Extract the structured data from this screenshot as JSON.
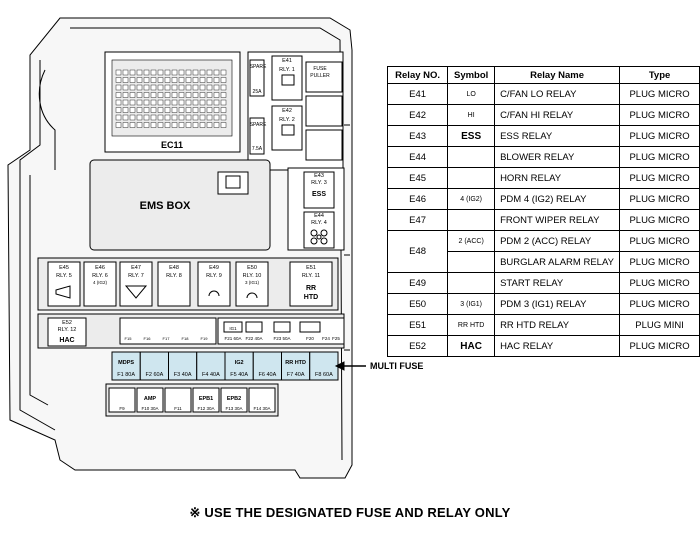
{
  "fuse_box": {
    "ec11": "EC11",
    "ems_box": "EMS BOX",
    "multi_fuse": "MULTI FUSE",
    "fuse_puller": [
      "FUSE",
      "PULLER"
    ],
    "spare1": "SPARE",
    "spare1_amp": "25A",
    "spare2": "SPARE",
    "spare2_amp": "7.5A",
    "e41": "E41",
    "e41_rly": "RLY. 1",
    "e42": "E42",
    "e42_rly": "RLY. 2",
    "e43": "E43",
    "e43_rly": "RLY. 3",
    "e43_sub": "ESS",
    "e44": "E44",
    "e44_rly": "RLY. 4",
    "e45": "E45",
    "e45_rly": "RLY. 5",
    "e46": "E46",
    "e46_rly": "RLY. 6",
    "e46_sub": "4 (IG2)",
    "e47": "E47",
    "e47_rly": "RLY. 7",
    "e48": "E48",
    "e48_rly": "RLY. 8",
    "e49": "E49",
    "e49_rly": "RLY. 9",
    "e50": "E50",
    "e50_rly": "RLY. 10",
    "e50_sub": "3 (IG1)",
    "e51": "E51",
    "e51_rly": "RLY. 11",
    "e51_sub": [
      "RR",
      "HTD"
    ],
    "e52": "E52",
    "e52_rly": "RLY. 12",
    "e52_sub": "HAC",
    "mid_labels": [
      "IG1",
      "F21 60A",
      "F22 40A",
      "F23 50A",
      "F20",
      "F24",
      "F25"
    ],
    "mid_small": [
      "F15",
      "F16",
      "F17",
      "F18",
      "F19"
    ],
    "multi_top": [
      "MDPS",
      "",
      "",
      "",
      "IG2",
      "",
      "RR HTD",
      ""
    ],
    "multi_bot": [
      "F1 80A",
      "F2 60A",
      "F3 40A",
      "F4 40A",
      "F5 40A",
      "F6 40A",
      "F7 40A",
      "F8 60A"
    ],
    "bottom_top": [
      "",
      "AMP",
      "",
      "EPB1",
      "EPB2",
      ""
    ],
    "bottom_bot": [
      "F9",
      "F10 30A",
      "F11",
      "F12 30A",
      "F13 30A",
      "F14 30A"
    ]
  },
  "table": {
    "headers": [
      "Relay NO.",
      "Symbol",
      "Relay Name",
      "Type"
    ],
    "rows": [
      {
        "no": "E41",
        "symbol": "LO",
        "name": "C/FAN LO RELAY",
        "type": "PLUG MICRO"
      },
      {
        "no": "E42",
        "symbol": "HI",
        "name": "C/FAN HI RELAY",
        "type": "PLUG MICRO"
      },
      {
        "no": "E43",
        "symbol": "ESS",
        "name": "ESS RELAY",
        "type": "PLUG MICRO"
      },
      {
        "no": "E44",
        "symbol": "",
        "name": "BLOWER RELAY",
        "type": "PLUG MICRO"
      },
      {
        "no": "E45",
        "symbol": "",
        "name": "HORN RELAY",
        "type": "PLUG MICRO"
      },
      {
        "no": "E46",
        "symbol": "4 (IG2)",
        "name": "PDM 4 (IG2) RELAY",
        "type": "PLUG MICRO"
      },
      {
        "no": "E47",
        "symbol": "",
        "name": "FRONT WIPER RELAY",
        "type": "PLUG MICRO"
      },
      {
        "no": "E48",
        "symbol": "2 (ACC)",
        "name": "PDM 2 (ACC) RELAY",
        "type": "PLUG MICRO"
      },
      {
        "no": "",
        "symbol": "",
        "name": "BURGLAR ALARM RELAY",
        "type": "PLUG MICRO"
      },
      {
        "no": "E49",
        "symbol": "",
        "name": "START RELAY",
        "type": "PLUG MICRO"
      },
      {
        "no": "E50",
        "symbol": "3 (IG1)",
        "name": "PDM 3 (IG1) RELAY",
        "type": "PLUG MICRO"
      },
      {
        "no": "E51",
        "symbol": "RR HTD",
        "name": "RR HTD RELAY",
        "type": "PLUG MINI"
      },
      {
        "no": "E52",
        "symbol": "HAC",
        "name": "HAC RELAY",
        "type": "PLUG MICRO"
      }
    ]
  },
  "footer": "※ USE THE DESIGNATED FUSE AND RELAY ONLY",
  "colors": {
    "multi_fuse_fill": "#cfe6ef",
    "line": "#000000"
  }
}
